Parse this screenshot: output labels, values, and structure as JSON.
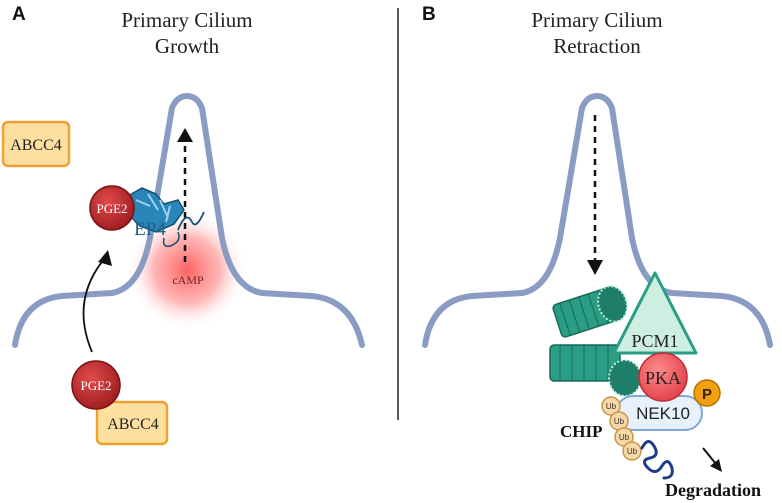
{
  "panels": {
    "a": {
      "letter": "A",
      "title_line1": "Primary Cilium",
      "title_line2": "Growth",
      "labels": {
        "abcc4_top": "ABCC4",
        "pge2_upper": "PGE2",
        "ep4": "EP4",
        "camp": "cAMP",
        "pge2_lower": "PGE2",
        "abcc4_bottom": "ABCC4"
      }
    },
    "b": {
      "letter": "B",
      "title_line1": "Primary Cilium",
      "title_line2": "Retraction",
      "labels": {
        "pcm1": "PCM1",
        "pka": "PKA",
        "p": "P",
        "nek10": "NEK10",
        "ub": "Ub",
        "chip": "CHIP",
        "degradation": "Degradation"
      }
    }
  },
  "colors": {
    "membrane": "#8a9cc4",
    "pge2_fill": "#b3262a",
    "abcc4_fill": "#fde0a0",
    "abcc4_stroke": "#f0a030",
    "ep4": "#1f6f9a",
    "camp_glow": "#ff5a5a",
    "microtubule": "#2a9d85",
    "pcm1_fill": "#cfeee2",
    "pka_fill": "#ee5a64",
    "phospho": "#f0a010",
    "nek10_fill": "#e8f1fb",
    "ub_fill": "#f6d9a6",
    "chip_coil": "#1f3c88"
  }
}
